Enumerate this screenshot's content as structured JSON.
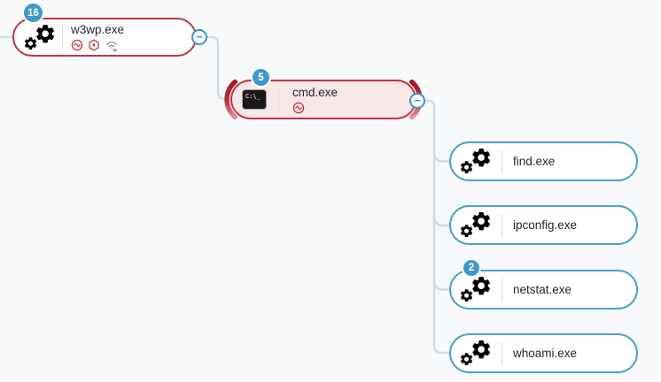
{
  "diagram": {
    "type": "process-tree",
    "collapse_glyph": "−",
    "colors": {
      "alert_red": "#bf3342",
      "selected_fill": "#f8e7e7",
      "selection_crescent": "#9b1b29",
      "normal_blue": "#4a9fcd",
      "badge_blue": "#3d9ac6",
      "connector_gray": "#d3dbe2",
      "gear_gray": "#7c8b9a",
      "terminal_bg": "#181818"
    },
    "nodes": [
      {
        "label": "w3wp.exe",
        "style": "alert",
        "badge": "16",
        "event_icons": [
          "pulse-circle-icon",
          "shield-hexagon-icon",
          "network-out-icon"
        ],
        "has_collapse": true
      },
      {
        "label": "cmd.exe",
        "style": "alert-selected",
        "badge": "5",
        "event_icons": [
          "pulse-circle-icon"
        ],
        "terminal_glyph": "C:\\_",
        "has_collapse": true
      },
      {
        "label": "find.exe",
        "style": "normal"
      },
      {
        "label": "ipconfig.exe",
        "style": "normal"
      },
      {
        "label": "netstat.exe",
        "style": "normal",
        "badge": "2"
      },
      {
        "label": "whoami.exe",
        "style": "normal"
      }
    ]
  }
}
